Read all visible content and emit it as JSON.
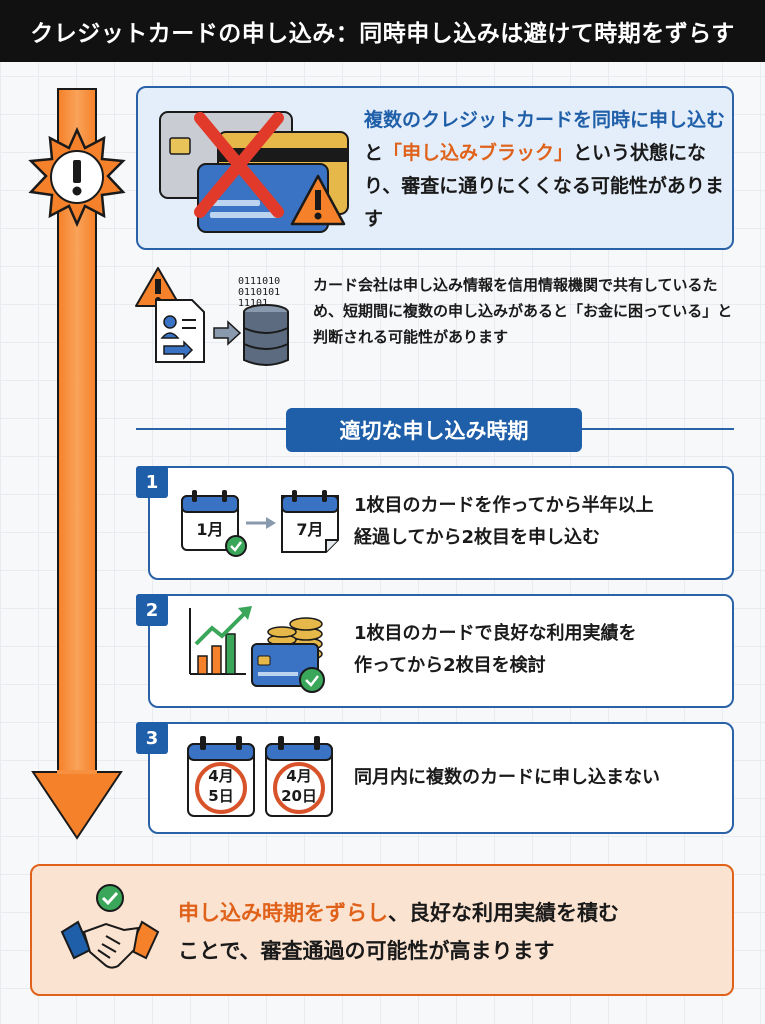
{
  "title": "クレジットカードの申し込み：同時申し込みは避けて時期をずらす",
  "warning": {
    "part1": "複数のクレジットカードを同時に申し込む",
    "part2": "と",
    "highlight": "「申し込みブラック」",
    "part3": "という状態になり、審査に通りにくくなる可能性があります"
  },
  "info": {
    "text": "カード会社は申し込み情報を信用情報機関で共有しているため、短期間に複数の申し込みがあると「お金に困っている」と判断される可能性があります",
    "binary_line1": "0111010",
    "binary_line2": "0110101",
    "binary_line3": "11101"
  },
  "section_label": "適切な申し込み時期",
  "steps": [
    {
      "number": "1",
      "text_line1": "1枚目のカードを作ってから半年以上",
      "text_line2": "経過してから2枚目を申し込む",
      "cal_from": "1月",
      "cal_to": "7月"
    },
    {
      "number": "2",
      "text_line1": "1枚目のカードで良好な利用実績を",
      "text_line2": "作ってから2枚目を検討"
    },
    {
      "number": "3",
      "text": "同月内に複数のカードに申し込まない",
      "cal_a_month": "4月",
      "cal_a_day": "5日",
      "cal_b_month": "4月",
      "cal_b_day": "20日"
    }
  ],
  "summary": {
    "highlight": "申し込み時期をずらし",
    "part1": "、良好な利用実績を積む",
    "line2": "ことで、審査通過の可能性が高まります"
  },
  "colors": {
    "accent_blue": "#1f5ea8",
    "accent_orange": "#e0621a",
    "arrow_orange": "#f5822a",
    "summary_bg": "#fbe3d2",
    "warn_bg": "#e3eefa"
  }
}
